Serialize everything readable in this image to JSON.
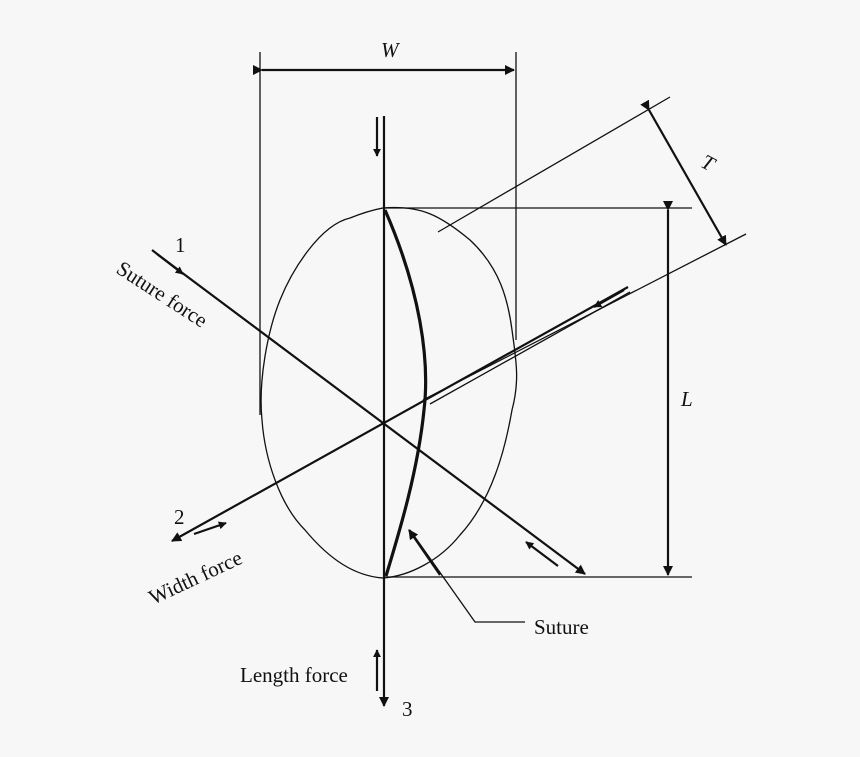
{
  "dimensions": {
    "width_label": "W",
    "thickness_label": "T",
    "length_label": "L"
  },
  "axes": {
    "axis1_number": "1",
    "axis2_number": "2",
    "axis3_number": "3"
  },
  "forces": {
    "suture_force": "Suture force",
    "width_force": "Width force",
    "length_force": "Length force"
  },
  "callouts": {
    "suture": "Suture"
  },
  "colors": {
    "background": "#f7f7f7",
    "ink": "#111111"
  }
}
